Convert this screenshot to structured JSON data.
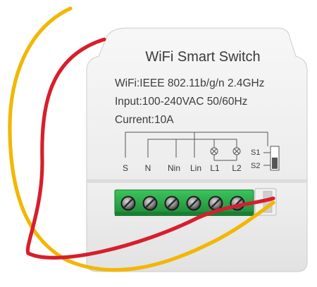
{
  "device": {
    "title": "WiFi Smart Switch",
    "specs": [
      "WiFi:IEEE 802.11b/g/n 2.4GHz",
      "Input:100-240VAC 50/60Hz",
      "Current:10A"
    ],
    "terminal_labels": [
      "S",
      "N",
      "Nin",
      "Lin",
      "L1",
      "L2"
    ],
    "switch_labels": [
      "S1",
      "S2"
    ],
    "terminal_block_color": "#2aa84a",
    "wire_colors": {
      "yellow": "#f2b705",
      "red": "#d81e2c"
    },
    "body_color": "#f3f3f3"
  }
}
